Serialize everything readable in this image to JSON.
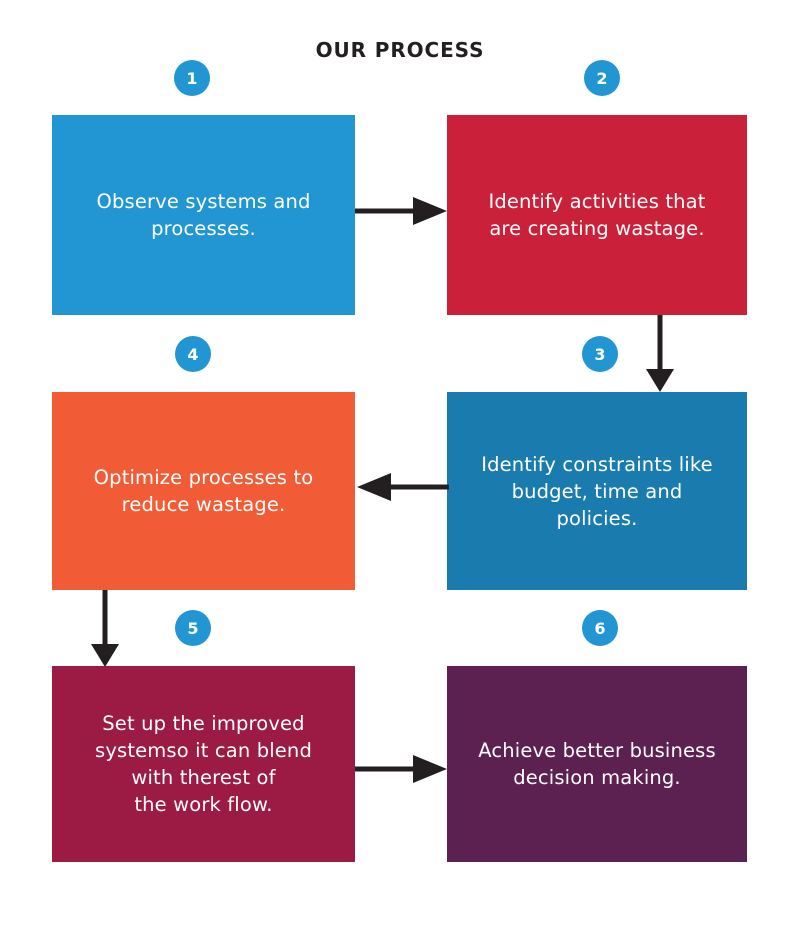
{
  "title": "OUR PROCESS",
  "colors": {
    "badge": "#2196D3",
    "arrow": "#231f20",
    "title": "#231f20",
    "background": "#ffffff",
    "step_1": "#2196D3",
    "step_2": "#CB2039",
    "step_3": "#1A7CAE",
    "step_4": "#F15B36",
    "step_5": "#9B1B44",
    "step_6": "#5C2150"
  },
  "steps": [
    {
      "number": "1",
      "text": "Observe systems and\nprocesses.",
      "color": "#2196D3"
    },
    {
      "number": "2",
      "text": "Identify activities that\nare creating wastage.",
      "color": "#CB2039"
    },
    {
      "number": "3",
      "text": "Identify constraints like\nbudget, time and\npolicies.",
      "color": "#1A7CAE"
    },
    {
      "number": "4",
      "text": "Optimize processes to\nreduce wastage.",
      "color": "#F15B36"
    },
    {
      "number": "5",
      "text": "Set up the improved\nsystemso it can blend\nwith therest of\nthe work flow.",
      "color": "#9B1B44"
    },
    {
      "number": "6",
      "text": "Achieve better business\ndecision making.",
      "color": "#5C2150"
    }
  ],
  "connectors": [
    {
      "name": "arrow-step1-to-step2",
      "direction": "right"
    },
    {
      "name": "arrow-step2-to-step3",
      "direction": "down"
    },
    {
      "name": "arrow-step3-to-step4",
      "direction": "left"
    },
    {
      "name": "arrow-step4-to-step5",
      "direction": "down"
    },
    {
      "name": "arrow-step5-to-step6",
      "direction": "right"
    }
  ]
}
